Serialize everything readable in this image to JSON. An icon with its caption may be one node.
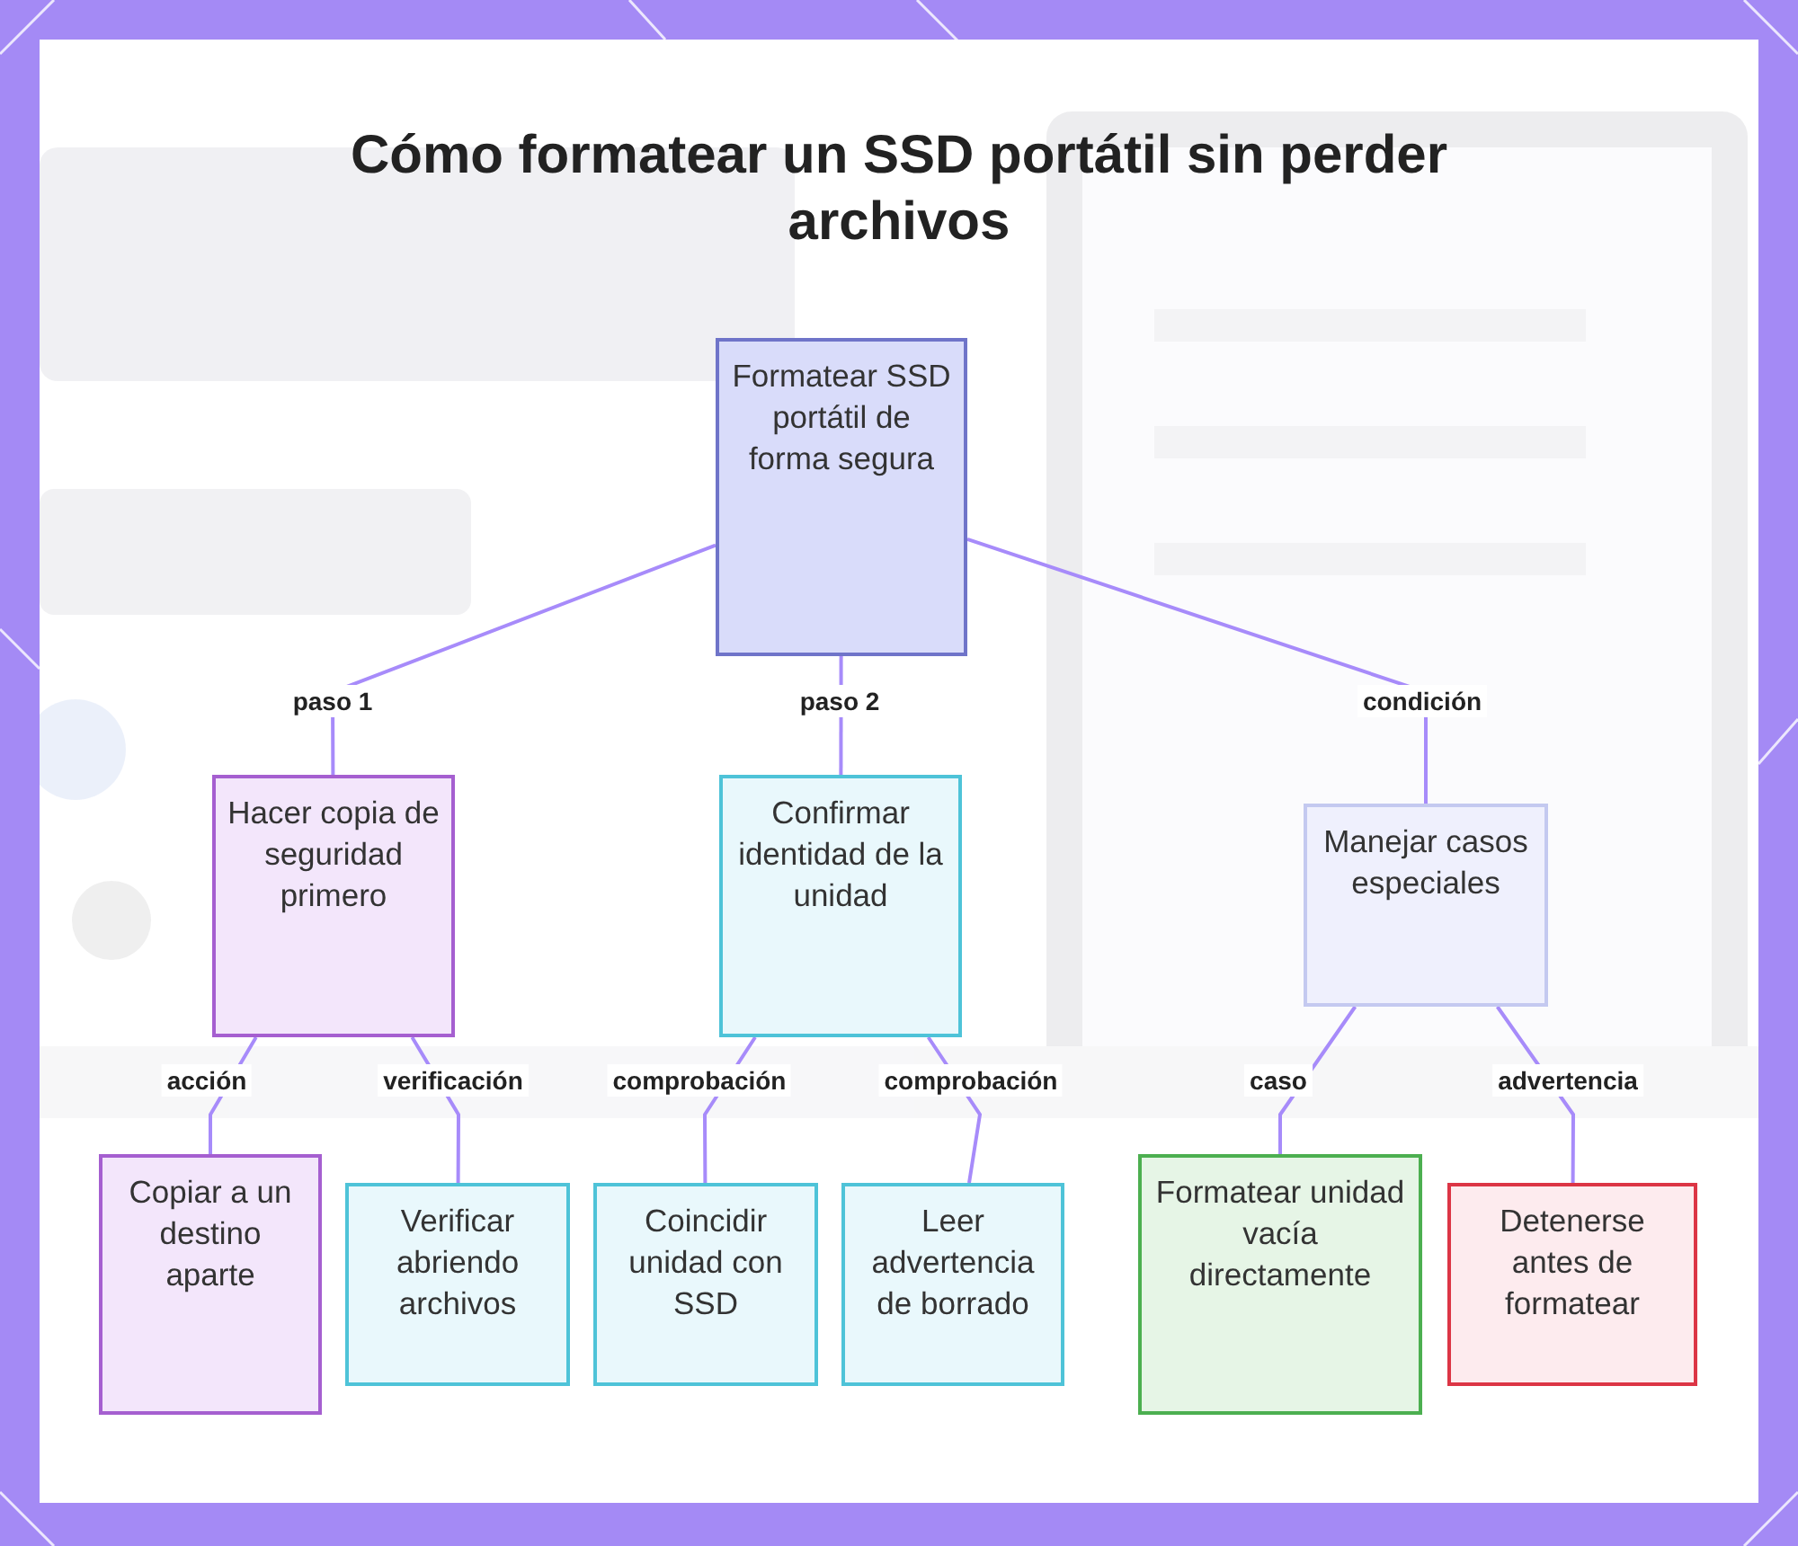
{
  "diagram": {
    "title": "Cómo formatear un SSD portátil sin perder archivos",
    "nodes": [
      {
        "text": [
          "Formatear SSD portátil de forma segura"
        ]
      },
      {
        "text": [
          "Hacer copia de seguridad primero"
        ]
      },
      {
        "text": [
          "Confirmar identidad de la unidad"
        ]
      },
      {
        "text": [
          "Manejar casos especiales"
        ]
      },
      {
        "text": [
          "Copiar a un destino aparte"
        ]
      },
      {
        "text": [
          "Verificar abriendo archivos"
        ]
      },
      {
        "text": [
          "Coincidir unidad con SSD"
        ]
      },
      {
        "text": [
          "Leer advertencia de borrado"
        ]
      },
      {
        "text": [
          "Formatear unidad vacía directamente"
        ]
      },
      {
        "text": [
          "Detenerse antes de formatear"
        ]
      }
    ],
    "edges": [
      {
        "from": 0,
        "to": 1,
        "arrow": "none",
        "label": "paso 1"
      },
      {
        "from": 0,
        "to": 2,
        "arrow": "none",
        "label": "paso 2"
      },
      {
        "from": 0,
        "to": 3,
        "arrow": "none",
        "label": "condición"
      },
      {
        "from": 1,
        "to": 4,
        "arrow": "none",
        "label": "acción"
      },
      {
        "from": 1,
        "to": 5,
        "arrow": "none",
        "label": "verificación"
      },
      {
        "from": 2,
        "to": 6,
        "arrow": "none",
        "label": "comprobación"
      },
      {
        "from": 2,
        "to": 7,
        "arrow": "none",
        "label": "comprobación"
      },
      {
        "from": 3,
        "to": 8,
        "arrow": "none",
        "label": "caso"
      },
      {
        "from": 3,
        "to": 9,
        "arrow": "none",
        "label": "advertencia"
      }
    ]
  }
}
